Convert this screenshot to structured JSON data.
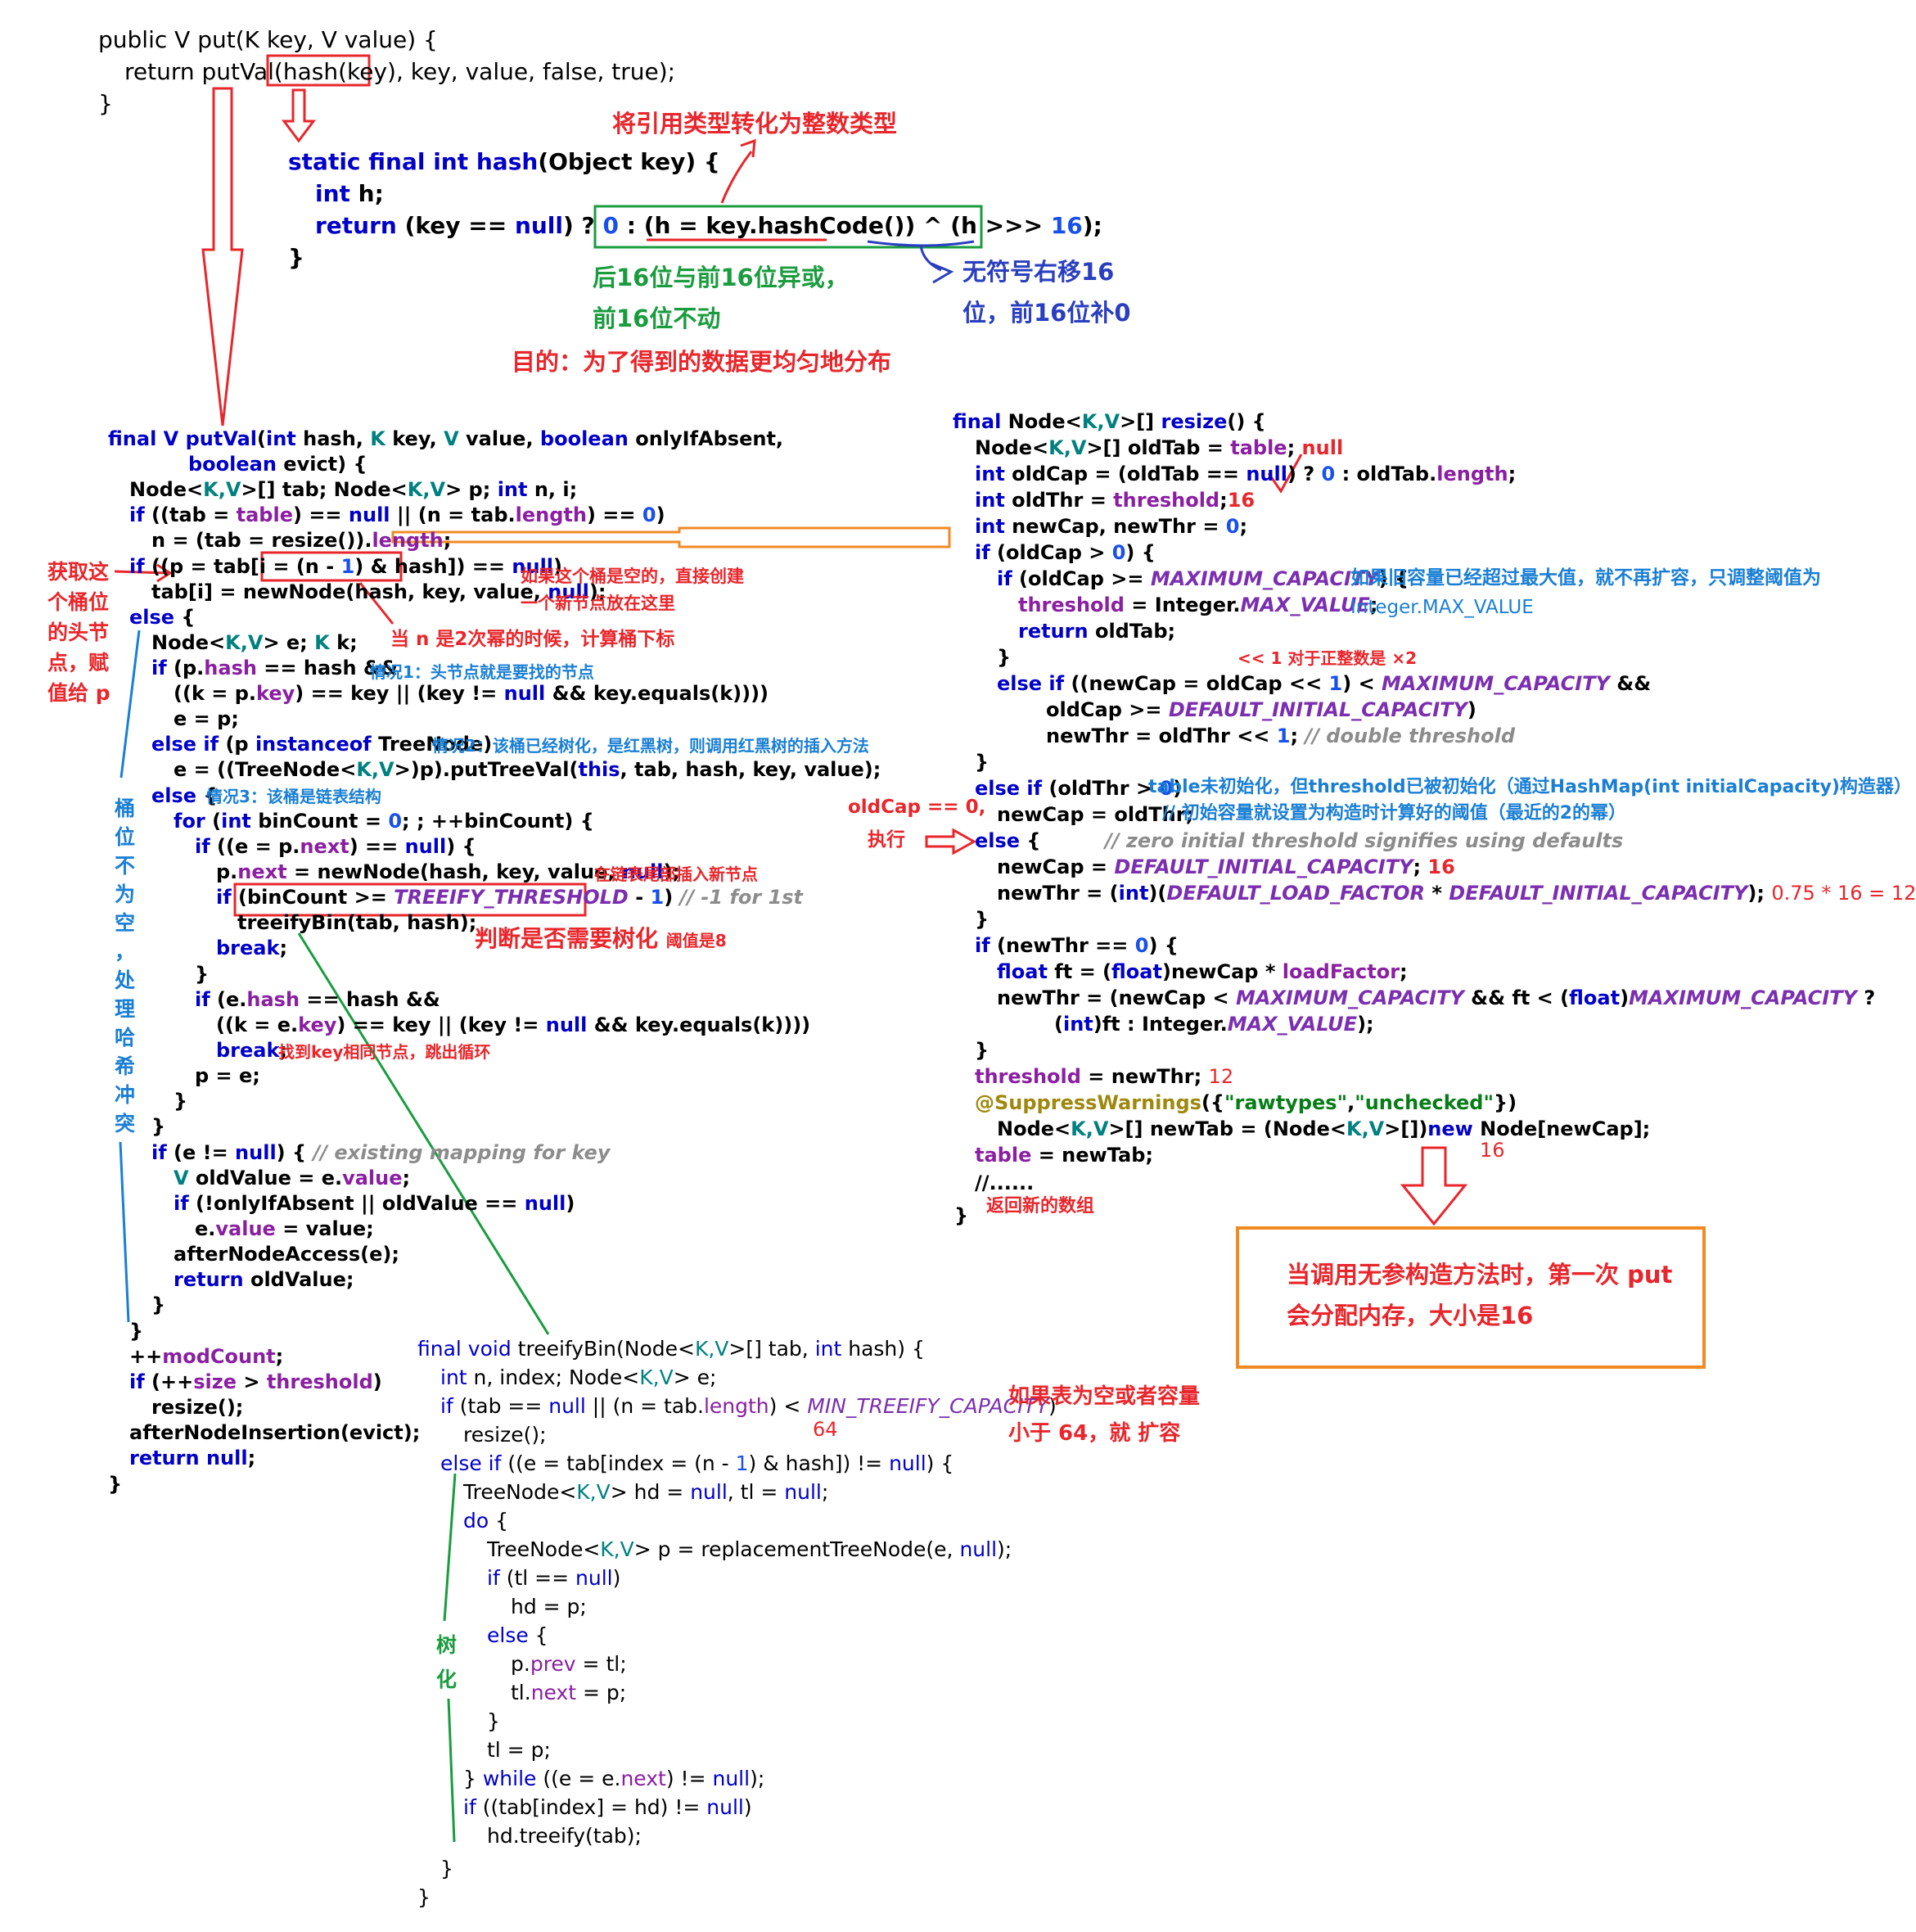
{
  "put": {
    "l1": "public V put(K key, V value) {",
    "l2a": "return putVal(",
    "l2b": "hash(key)",
    "l2c": ", key, value, false, true);",
    "l3": "}"
  },
  "hash": {
    "l1a": "static final int",
    "l1b": " hash",
    "l1c": "(Object key) {",
    "l2a": "int",
    "l2b": " h;",
    "l3a": "return",
    "l3b": " (key == ",
    "l3c": "null",
    "l3d": ") ? ",
    "l3e": "0",
    "l3f": " : ",
    "l3g": "(h = key.hashCode()) ^ (h >>> ",
    "l3h": "16",
    "l3i": ")",
    "l3j": ";",
    "l4": "}"
  },
  "notes": {
    "to_int": "将引用类型转化为整数类型",
    "xor1": "后16位与前16位异或，",
    "xor2": "前16位不动",
    "shift1": "无符号右移16",
    "shift2": "位，前16位补0",
    "purpose": "目的：为了得到的数据更均匀地分布",
    "get_head": [
      "获取这",
      "个桶位",
      "的头节",
      "点，赋",
      "值给 p"
    ],
    "bucket_empty": "如果这个桶是空的，直接创建",
    "bucket_empty2": "一个新节点放在这里",
    "pow2": "当 n 是2次幂的时候，计算桶下标",
    "case1": "情况1：头节点就是要找的节点",
    "case2": "情况2：该桶已经树化，是红黑树，则调用红黑树的插入方法",
    "case3": "情况3：该桶是链表结构",
    "tail_insert": "在链表尾部插入新节点",
    "need_tree": "判断是否需要树化",
    "threshold8": "阈值是8",
    "found_key": "找到key相同节点，跳出循环",
    "bucket_vertical": [
      "桶",
      "位",
      "不",
      "为",
      "空",
      "，",
      "处",
      "理",
      "哈",
      "希",
      "冲",
      "突"
    ],
    "treeify_vertical": [
      "树",
      "化"
    ],
    "old_cap_zero1": "oldCap == 0,",
    "old_cap_zero2": "执行",
    "max_exceed": "如果旧容量已经超过最大值，就不再扩容，只调整阈值为",
    "max_exceed2": "Integer.MAX_VALUE",
    "shift_x2": "<< 1 对于正整数是 ×2",
    "table_uninit": "table未初始化，但threshold已被初始化（通过HashMap(int initialCapacity)构造器）",
    "init_cap": "// 初始容量就设置为构造时计算好的阈值（最近的2的幂）",
    "calc": "0.75 * 16 = 12",
    "return_new": "返回新的数组",
    "null_v": "null",
    "v16a": "16",
    "v16b": "16",
    "v16c": "16",
    "v12": "12",
    "v64": "64",
    "box_line1": "当调用无参构造方法时，第一次 put",
    "box_line2": "会分配内存，大小是16",
    "expand1": "如果表为空或者容量",
    "expand2": "小于 64，就 扩容"
  },
  "putval": {
    "sig1a": "final V",
    "sig1b": " putVal",
    "sig1c": "(",
    "sig1d": "int",
    "sig1e": " hash, ",
    "sig1f": "K",
    "sig1g": " key, ",
    "sig1h": "V",
    "sig1i": " value, ",
    "sig1j": "boolean",
    "sig1k": " onlyIfAbsent,",
    "sig2a": "boolean",
    "sig2b": " evict) {",
    "decl_a": "Node<",
    "decl_b": "K,V",
    "decl_c": ">[] tab; Node<",
    "decl_d": "K,V",
    "decl_e": "> p; ",
    "decl_f": "int",
    "decl_g": " n, i;",
    "if1a": "if",
    "if1b": " ((tab = ",
    "if1c": "table",
    "if1d": ") == ",
    "if1e": "null",
    "if1f": " || (n = tab.",
    "if1g": "length",
    "if1h": ") == ",
    "if1i": "0",
    "if1j": ")",
    "resz_a": "n = (tab = resize()).",
    "resz_b": "length",
    "resz_c": ";",
    "if2a": "if",
    "if2b": " ((p = tab[i = ",
    "if2c": "(n - ",
    "if2d": "1",
    "if2e": ") & hash]",
    "if2f": ") == ",
    "if2g": "null",
    "if2h": ")",
    "tab_a": "tab[i] = newNode(hash, key, value, ",
    "tab_b": "null",
    "tab_c": ");",
    "else1": "else",
    "else1b": " {",
    "node_a": "Node<",
    "node_b": "K,V",
    "node_c": "> e; ",
    "node_d": "K",
    "node_e": " k;",
    "if3a": "if",
    "if3b": " (p.",
    "if3c": "hash",
    "if3d": " == hash &&",
    "c1a": "((k = p.",
    "c1b": "key",
    "c1c": ") == key || (key != ",
    "c1d": "null",
    "c1e": " && key.equals(k))))",
    "ep": "e = p;",
    "ei_a": "else if",
    "ei_b": " (p ",
    "ei_c": "instanceof",
    "ei_d": " TreeNode)",
    "pt_a": "e = ((TreeNode<",
    "pt_b": "K,V",
    "pt_c": ">)p).putTreeVal(",
    "pt_d": "this",
    "pt_e": ", tab, hash, key, value);",
    "else2": "else",
    "else2b": " {",
    "for_a": "for",
    "for_b": " (",
    "for_c": "int",
    "for_d": " binCount = ",
    "for_e": "0",
    "for_f": "; ; ++binCount) {",
    "if4a": "if",
    "if4b": " ((e = p.",
    "if4c": "next",
    "if4d": ") == ",
    "if4e": "null",
    "if4f": ") {",
    "pn_a": "p.",
    "pn_b": "next",
    "pn_c": " = newNode(hash, key, value, ",
    "pn_d": "null",
    "pn_e": ");",
    "if5a": "if",
    "if5b": " (",
    "if5c": "binCount >= ",
    "if5d": "TREEIFY_THRESHOLD",
    "if5e": " - ",
    "if5f": "1",
    "if5g": ") ",
    "if5h": "// -1 for 1st",
    "tb": "treeifyBin(tab, hash);",
    "brk": "break",
    "brk2": ";",
    "rb1": "}",
    "if6a": "if",
    "if6b": " (e.",
    "if6c": "hash",
    "if6d": " == hash &&",
    "c2a": "((k = e.",
    "c2b": "key",
    "c2c": ") == key || (key != ",
    "c2d": "null",
    "c2e": " && key.equals(k))))",
    "brk3": "break",
    "brk4": ";",
    "pe": "p = e;",
    "rb2": "}",
    "rb3": "}",
    "if7a": "if",
    "if7b": " (e != ",
    "if7c": "null",
    "if7d": ") { ",
    "if7e": "// existing mapping for key",
    "ov_a": "V",
    "ov_b": " oldValue = e.",
    "ov_c": "value",
    "ov_d": ";",
    "if8a": "if",
    "if8b": " (!onlyIfAbsent || oldValue == ",
    "if8c": "null",
    "if8d": ")",
    "ev_a": "e.",
    "ev_b": "value",
    "ev_c": " = value;",
    "ana": "afterNodeAccess(e);",
    "rov_a": "return",
    "rov_b": " oldValue;",
    "rb4": "}",
    "rb5": "}",
    "mc_a": "++",
    "mc_b": "modCount",
    "mc_c": ";",
    "if9a": "if",
    "if9b": " (++",
    "if9c": "size",
    "if9d": " > ",
    "if9e": "threshold",
    "if9f": ")",
    "rs": "resize();",
    "ani": "afterNodeInsertion(evict);",
    "rn_a": "return null",
    "rn_b": ";",
    "end": "}"
  },
  "resize": {
    "s_a": "final",
    "s_b": " Node<",
    "s_c": "K,V",
    "s_d": ">[] ",
    "s_e": "resize",
    "s_f": "() {",
    "ot_a": "Node<",
    "ot_b": "K,V",
    "ot_c": ">[] oldTab = ",
    "ot_d": "table",
    "ot_e": ";",
    "oc_a": "int",
    "oc_b": " oldCap = (oldTab == ",
    "oc_c": "null",
    "oc_d": ") ? ",
    "oc_e": "0",
    "oc_f": " : oldTab.",
    "oc_g": "length",
    "oc_h": ";",
    "oth_a": "int",
    "oth_b": " oldThr = ",
    "oth_c": "threshold",
    "oth_d": ";",
    "nc_a": "int",
    "nc_b": " newCap, newThr = ",
    "nc_c": "0",
    "nc_d": ";",
    "if1a": "if",
    "if1b": " (oldCap > ",
    "if1c": "0",
    "if1d": ") {",
    "if2a": "if",
    "if2b": " (oldCap >= ",
    "if2c": "MAXIMUM_CAPACITY",
    "if2d": ") {",
    "th_a": "threshold",
    "th_b": " = Integer.",
    "th_c": "MAX_VALUE",
    "th_d": ";",
    "ro_a": "return",
    "ro_b": " oldTab;",
    "rb1": "}",
    "ei_a": "else if",
    "ei_b": " ((newCap = oldCap << ",
    "ei_c": "1",
    "ei_d": ") < ",
    "ei_e": "MAXIMUM_CAPACITY",
    "ei_f": " &&",
    "oc2_a": "oldCap >= ",
    "oc2_b": "DEFAULT_INITIAL_CAPACITY",
    "oc2_c": ")",
    "nt_a": "newThr = oldThr << ",
    "nt_b": "1",
    "nt_c": "; ",
    "nt_d": "// double threshold",
    "rb2": "}",
    "ei2_a": "else if",
    "ei2_b": " (oldThr > ",
    "ei2_c": "0",
    "ei2_d": ")",
    "nc2": "newCap = oldThr;",
    "el_a": "else",
    "el_b": " {",
    "el_c": "// zero initial threshold signifies using defaults",
    "nc3_a": "newCap = ",
    "nc3_b": "DEFAULT_INITIAL_CAPACITY",
    "nc3_c": ";",
    "nt2_a": "newThr = (",
    "nt2_b": "int",
    "nt2_c": ")(",
    "nt2_d": "DEFAULT_LOAD_FACTOR",
    "nt2_e": " * ",
    "nt2_f": "DEFAULT_INITIAL_CAPACITY",
    "nt2_g": ");",
    "rb3": "}",
    "if3a": "if",
    "if3b": " (newThr == ",
    "if3c": "0",
    "if3d": ") {",
    "ft_a": "float",
    "ft_b": " ft = (",
    "ft_c": "float",
    "ft_d": ")newCap * ",
    "ft_e": "loadFactor",
    "ft_f": ";",
    "nt3_a": "newThr = (newCap < ",
    "nt3_b": "MAXIMUM_CAPACITY",
    "nt3_c": " && ft < (",
    "nt3_d": "float",
    "nt3_e": ")",
    "nt3_f": "MAXIMUM_CAPACITY",
    "nt3_g": " ?",
    "nt4_a": "(",
    "nt4_b": "int",
    "nt4_c": ")ft : Integer.",
    "nt4_d": "MAX_VALUE",
    "nt4_e": ");",
    "rb4": "}",
    "th2_a": "threshold",
    "th2_b": " = newThr;",
    "sw_a": "@SuppressWarnings",
    "sw_b": "({",
    "sw_c": "\"rawtypes\"",
    "sw_d": ",",
    "sw_e": "\"unchecked\"",
    "sw_f": "})",
    "ntb_a": "Node<",
    "ntb_b": "K,V",
    "ntb_c": ">[] newTab = (Node<",
    "ntb_d": "K,V",
    "ntb_e": ">[])",
    "ntb_f": "new",
    "ntb_g": " Node[newCap];",
    "tbl_a": "table",
    "tbl_b": " = newTab;",
    "dots": "//......",
    "end": "}"
  },
  "treeify": {
    "s_a": "final void",
    "s_b": " treeifyBin(Node<",
    "s_c": "K,V",
    "s_d": ">[] tab, ",
    "s_e": "int",
    "s_f": " hash) {",
    "d_a": "int",
    "d_b": " n, index; Node<",
    "d_c": "K,V",
    "d_d": "> e;",
    "if1a": "if",
    "if1b": " (tab == ",
    "if1c": "null",
    "if1d": " || (n = tab.",
    "if1e": "length",
    "if1f": ") < ",
    "if1g": "MIN_TREEIFY_CAPACITY",
    "if1h": ")",
    "rs": "resize();",
    "ei_a": "else if",
    "ei_b": " ((e = tab[index = (n - ",
    "ei_c": "1",
    "ei_d": ") & hash]) != ",
    "ei_e": "null",
    "ei_f": ") {",
    "hd_a": "TreeNode<",
    "hd_b": "K,V",
    "hd_c": "> hd = ",
    "hd_d": "null",
    "hd_e": ", tl = ",
    "hd_f": "null",
    "hd_g": ";",
    "do_a": "do",
    "do_b": " {",
    "p_a": "TreeNode<",
    "p_b": "K,V",
    "p_c": "> p = replacementTreeNode(e, ",
    "p_d": "null",
    "p_e": ");",
    "if2a": "if",
    "if2b": " (tl == ",
    "if2c": "null",
    "if2d": ")",
    "hp": "hd = p;",
    "el_a": "else",
    "el_b": " {",
    "pp_a": "p.",
    "pp_b": "prev",
    "pp_c": " = tl;",
    "tn_a": "tl.",
    "tn_b": "next",
    "tn_c": " = p;",
    "rb1": "}",
    "tlp": "tl = p;",
    "wh_a": "} ",
    "wh_b": "while",
    "wh_c": " ((e = e.",
    "wh_d": "next",
    "wh_e": ") != ",
    "wh_f": "null",
    "wh_g": ");",
    "if3a": "if",
    "if3b": " ((tab[index] = hd) != ",
    "if3c": "null",
    "if3d": ")",
    "tr": "hd.treeify(tab);",
    "rb2": "}",
    "end": "}"
  },
  "colors": {
    "keyword": "#0000c8",
    "annotation_red": "#e8262b",
    "annotation_blue": "#1a7fd4",
    "annotation_green": "#1a9c3e",
    "box_orange": "#f08a24"
  }
}
